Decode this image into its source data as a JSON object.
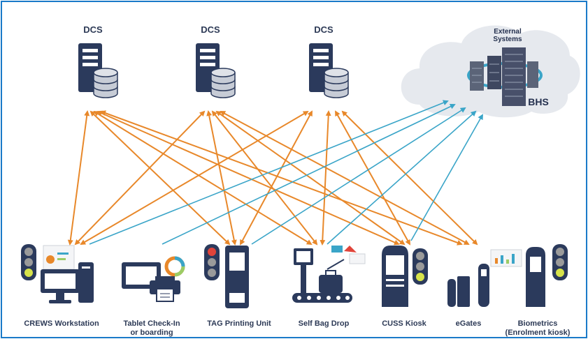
{
  "diagram": {
    "servers": [
      {
        "id": "dcs1",
        "label": "DCS"
      },
      {
        "id": "dcs2",
        "label": "DCS"
      },
      {
        "id": "dcs3",
        "label": "DCS"
      }
    ],
    "cloud": {
      "title": "External Systems",
      "subtitle": "BHS"
    },
    "devices": [
      {
        "id": "crews",
        "label": "CREWS Workstation"
      },
      {
        "id": "tablet",
        "label": "Tablet Check-In or boarding"
      },
      {
        "id": "tag",
        "label": "TAG Printing Unit"
      },
      {
        "id": "sbd",
        "label": "Self Bag Drop"
      },
      {
        "id": "cuss",
        "label": "CUSS Kiosk"
      },
      {
        "id": "egates",
        "label": "eGates"
      },
      {
        "id": "bio",
        "label": "Biometrics (Enrolment kiosk)"
      }
    ],
    "colors": {
      "frame": "#1a7ac8",
      "dcs_link": "#e8882a",
      "external_link": "#3aa5c8",
      "icon": "#2b3a5c",
      "cloud": "#e6e9ee"
    }
  }
}
